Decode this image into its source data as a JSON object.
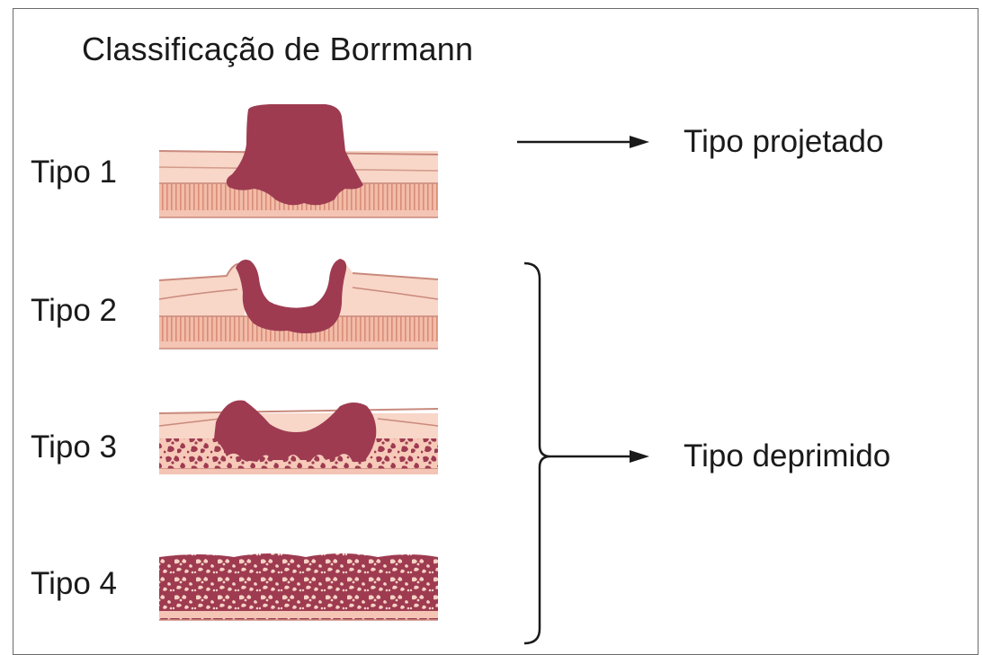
{
  "title": "Classificação de Borrmann",
  "rows": [
    {
      "label": "Tipo 1"
    },
    {
      "label": "Tipo 2"
    },
    {
      "label": "Tipo 3"
    },
    {
      "label": "Tipo 4"
    }
  ],
  "categories": {
    "projected": "Tipo projetado",
    "depressed": "Tipo deprimido"
  },
  "colors": {
    "tumor": "#9e3b51",
    "mucosa": "#f8d6c8",
    "muscle": "#f1b8a4",
    "line": "#c98a7c",
    "ink": "#1a1a1a"
  }
}
